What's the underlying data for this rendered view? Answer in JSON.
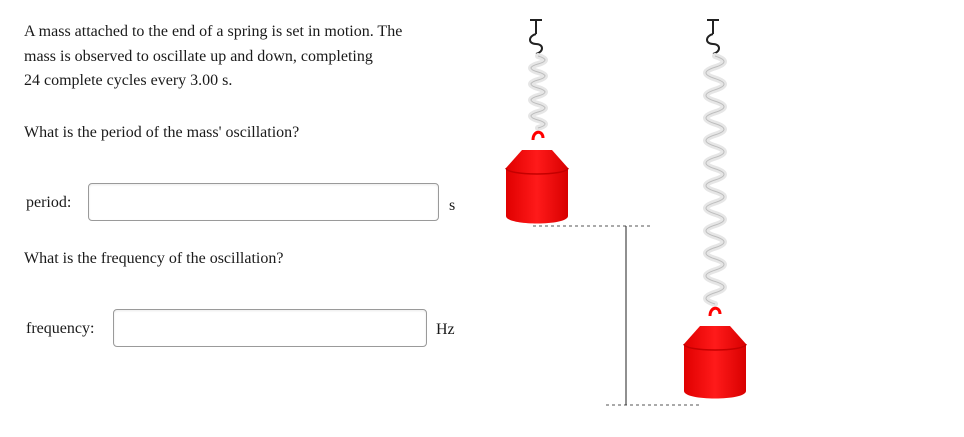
{
  "question": {
    "line1": "A mass attached to the end of a spring is set in motion. The",
    "line2": "mass is observed to oscillate up and down, completing",
    "line3": "24 complete cycles every 3.00 s."
  },
  "period_question": "What is the period of the mass' oscillation?",
  "period": {
    "label": "period:",
    "value": "",
    "unit": "s"
  },
  "frequency_question": "What is the frequency of the oscillation?",
  "frequency": {
    "label": "frequency:",
    "value": "",
    "unit": "Hz"
  },
  "colors": {
    "mass": "#ff0000",
    "spring": "#e6e6e6",
    "hook": "#222222"
  }
}
